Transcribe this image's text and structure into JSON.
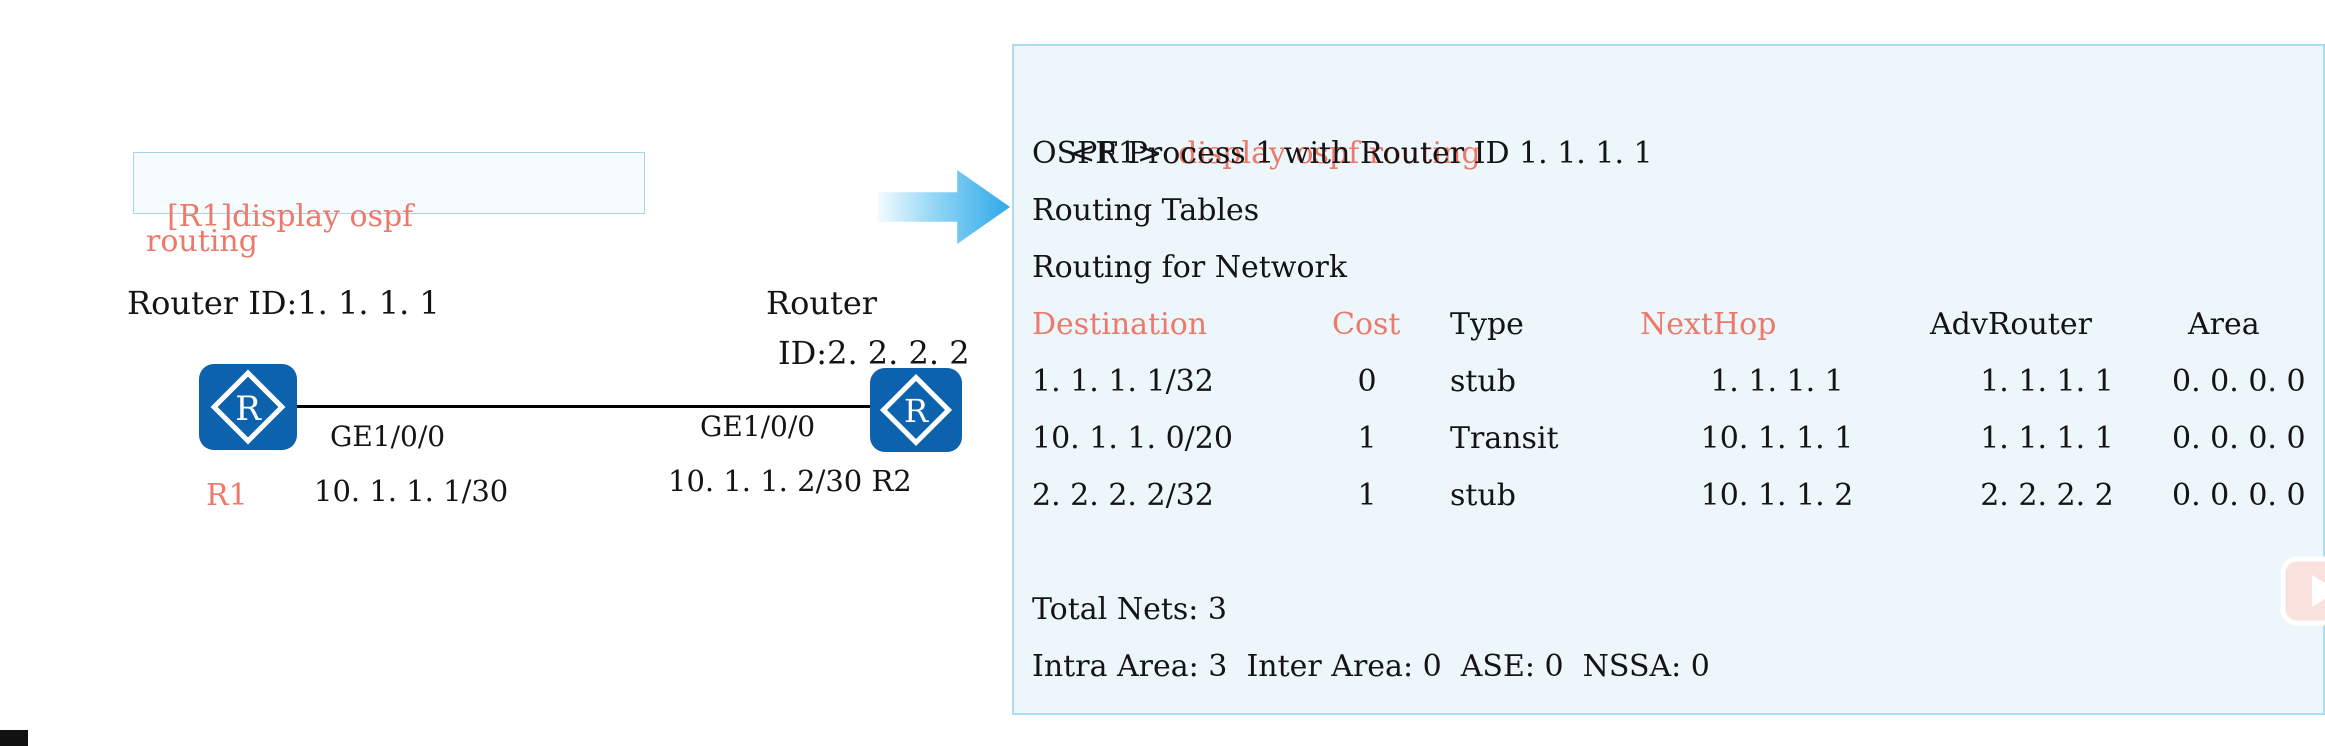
{
  "colors": {
    "accent": "#ed796b",
    "panel_bg": "#edf6fa",
    "panel_border": "#aadcf2",
    "router_blue": "#0d62ae",
    "arrow_blue": "#2fa8e8"
  },
  "icons": {
    "router": "diamond-R",
    "arrow": "right-arrow",
    "play_button": "play-triangle"
  },
  "diagram": {
    "command_box": {
      "line1": "[R1]display ospf",
      "line2": "routing"
    },
    "router1": {
      "id_label": "Router ID:1. 1. 1. 1",
      "name": "R1",
      "interface": "GE1/0/0",
      "ip": "10. 1. 1. 1/30",
      "icon_letter": "R"
    },
    "router2": {
      "id_line1": "Router",
      "id_line2": "ID:2. 2. 2. 2",
      "interface": "GE1/0/0",
      "ip_and_name": "10. 1. 1. 2/30 R2",
      "icon_letter": "R"
    }
  },
  "terminal": {
    "prompt": "<R1>",
    "command": "display ospf routing",
    "line_process": "OSPF Process 1 with Router ID 1. 1. 1. 1",
    "line_routing_tables": "Routing Tables",
    "line_routing_for_network": "Routing for Network",
    "table": {
      "headers": [
        "Destination",
        "Cost",
        "Type",
        "NextHop",
        "AdvRouter",
        "Area"
      ],
      "rows": [
        {
          "destination": "1. 1. 1. 1/32",
          "cost": "0",
          "type": "stub",
          "nexthop": "1. 1. 1. 1",
          "advrouter": "1. 1. 1. 1",
          "area": "0. 0. 0. 0"
        },
        {
          "destination": "10. 1. 1. 0/20",
          "cost": "1",
          "type": "Transit",
          "nexthop": "10. 1. 1. 1",
          "advrouter": "1. 1. 1. 1",
          "area": "0. 0. 0. 0"
        },
        {
          "destination": "2. 2. 2. 2/32",
          "cost": "1",
          "type": "stub",
          "nexthop": "10. 1. 1. 2",
          "advrouter": "2. 2. 2. 2",
          "area": "0. 0. 0. 0"
        }
      ]
    },
    "total_nets": "Total Nets: 3",
    "summary": "Intra Area: 3  Inter Area: 0  ASE: 0  NSSA: 0"
  }
}
